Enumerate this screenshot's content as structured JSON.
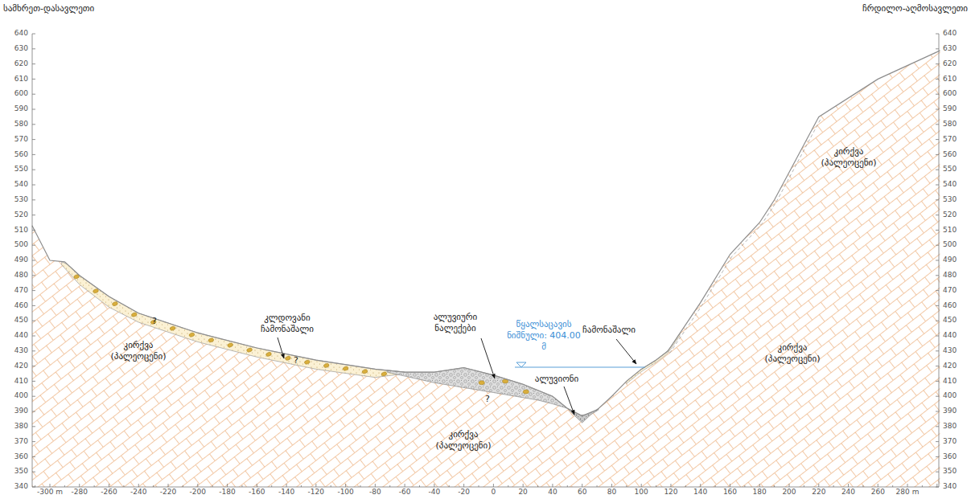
{
  "diagram": {
    "labels": [
      "სამხრეთ-დასავლეთი",
      "ჩრდილო-აღმოსავლეთი",
      "640",
      "630",
      "620",
      "610",
      "600",
      "590",
      "580",
      "570",
      "560",
      "550",
      "540",
      "530",
      "520",
      "510",
      "500",
      "490",
      "480",
      "470",
      "460",
      "450",
      "440",
      "430",
      "420",
      "410",
      "400",
      "390",
      "380",
      "370",
      "360",
      "350",
      "340",
      "640",
      "630",
      "620",
      "610",
      "600",
      "590",
      "580",
      "570",
      "560",
      "550",
      "540",
      "530",
      "520",
      "510",
      "500",
      "490",
      "480",
      "470",
      "460",
      "450",
      "440",
      "430",
      "420",
      "410",
      "400",
      "390",
      "380",
      "370",
      "360",
      "350",
      "340",
      "-300 m",
      "-280",
      "-260",
      "-240",
      "-220",
      "-200",
      "-180",
      "-160",
      "-140",
      "-120",
      "-100",
      "-80",
      "-60",
      "-40",
      "-20",
      "0",
      "20",
      "40",
      "60",
      "80",
      "100",
      "120",
      "140",
      "160",
      "180",
      "200",
      "220",
      "240",
      "260",
      "280 m",
      "კლდოვანი ჩამონაშალი",
      "კირქვა (პალეოცენი)",
      "ალუვიური ნალექები",
      "წყალსაცავის ნიშნული: 404.00 მ",
      "ალუვიონი",
      "ჩამონაშალი",
      "კირქვა (პალეოცენი)",
      "კირქვა (პალეოცენი)",
      "კირქვა (პალეოცენი)",
      "?",
      "?",
      "?"
    ]
  }
}
